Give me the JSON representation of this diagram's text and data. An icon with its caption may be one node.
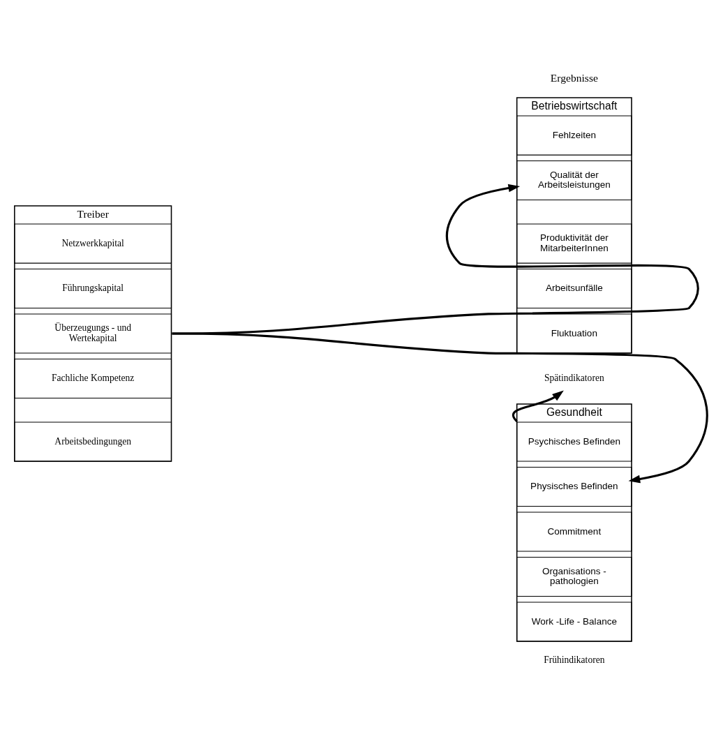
{
  "diagram": {
    "nodes": [
      {
        "text": [
          "Treiber"
        ]
      },
      {
        "text": [
          "Netzwerkkapital"
        ],
        "in": 0
      },
      {
        "text": [
          "Führungskapital"
        ],
        "in": 0
      },
      {
        "text": [
          "Überzeugungs - und Wertekapital"
        ],
        "in": 0
      },
      {
        "text": [
          "Fachliche Kompetenz"
        ],
        "in": 0
      },
      {
        "text": [
          "Arbeitsbedingungen"
        ],
        "in": 0
      },
      {
        "text": [
          "Betriebswirtschaft"
        ]
      },
      {
        "text": [
          "Fehlzeiten"
        ],
        "in": 6
      },
      {
        "text": [
          "Qualität der Arbeitsleistungen"
        ],
        "in": 6
      },
      {
        "text": [
          "Produktivität der MitarbeiterInnen"
        ],
        "in": 6
      },
      {
        "text": [
          "Arbeitsunfälle"
        ],
        "in": 6
      },
      {
        "text": [
          "Fluktuation"
        ],
        "in": 6
      },
      {
        "text": [
          "Spätindikatoren"
        ]
      },
      {
        "text": [
          "Gesundheit"
        ],
        "beside": [
          "Frühindikatoren"
        ]
      },
      {
        "text": [
          "Psychisches Befinden"
        ],
        "in": 13
      },
      {
        "text": [
          "Physisches Befinden"
        ],
        "in": 13
      },
      {
        "text": [
          "Commitment"
        ],
        "in": 13
      },
      {
        "text": [
          "Organisations - pathologien"
        ],
        "in": 13
      },
      {
        "text": [
          "Work -Life - Balance"
        ],
        "in": 13
      }
    ],
    "edges": [
      {
        "from": 0,
        "to": 6,
        "arrow": "to"
      },
      {
        "from": 0,
        "to": 13,
        "arrow": "to"
      },
      {
        "from": 13,
        "to": 12,
        "arrow": "to"
      }
    ],
    "labels": [
      "Ergebnisse"
    ]
  }
}
